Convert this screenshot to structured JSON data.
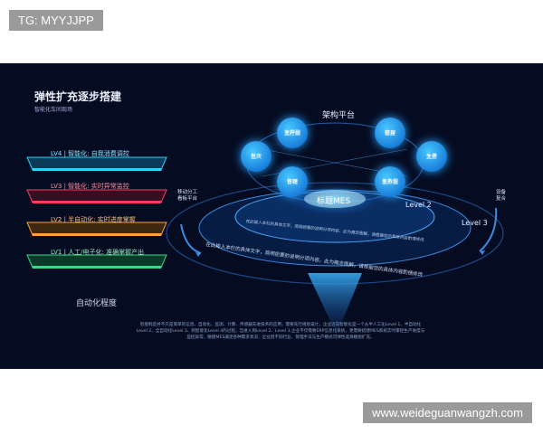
{
  "watermarks": {
    "top_left": "TG: MYYJJPP",
    "bottom_right": "www.weideguanwangzh.com"
  },
  "left": {
    "title": "弹性扩充逐步搭建",
    "subtitle": "智能化车间现场",
    "levels": [
      {
        "label": "LV4 | 智能化: 自我消费调控",
        "color": "#2fd0ff"
      },
      {
        "label": "LV3 | 智能化: 实时异常监控",
        "color": "#ff3b5c"
      },
      {
        "label": "LV2 | 半自动化: 实时进度掌握",
        "color": "#ffa23a"
      },
      {
        "label": "LV1 | 人工/电子化: 准确掌握产出",
        "color": "#36d989"
      }
    ],
    "footer": "自动化程度"
  },
  "diagram": {
    "platform_label": "架构平台",
    "core_label": "标题MES",
    "level2": "Level 2",
    "level3": "Level 3",
    "left_note": [
      "移动分工",
      "看板平台"
    ],
    "right_note": [
      "设备",
      "复合"
    ],
    "circles": [
      {
        "text": [
          "流程型",
          "生产线"
        ]
      },
      {
        "text": [
          "精益",
          "管理"
        ]
      },
      {
        "text": [
          "批次",
          "生产"
        ]
      },
      {
        "text": [
          "大量",
          "生产"
        ]
      },
      {
        "text": [
          "传统",
          "管理"
        ]
      },
      {
        "text": [
          "离散型",
          "生产线"
        ]
      }
    ],
    "ring_text_inner": "在此输入本栏的具体文字，简明扼要的说明分项内容，此为概念图解，请根据您的具体内容酌情修改",
    "ring_text_outer": "在此输入本栏的具体文字，简明扼要的说明分项内容，此为概念图解，请根据您的具体内容酌情修改",
    "description": "智能制造并不只是简单的信息、自动化、监测、计算、传感器先进技术的应用，需要先行规划设计，企业迈向智能化是一个从半人工化Level 1、半自动化Level 2、全自动化Level 3、到智能化Level 4的过程。当进入到Level 2、Level 3,企业不仅需要ERP信息化系统，更需要搭建MES系统实时掌控生产进度与监控异常，敏捷MES满足各种需求状况，企业因不同行业、管理手法与生产模式可弹性选择模组扩充。"
  }
}
